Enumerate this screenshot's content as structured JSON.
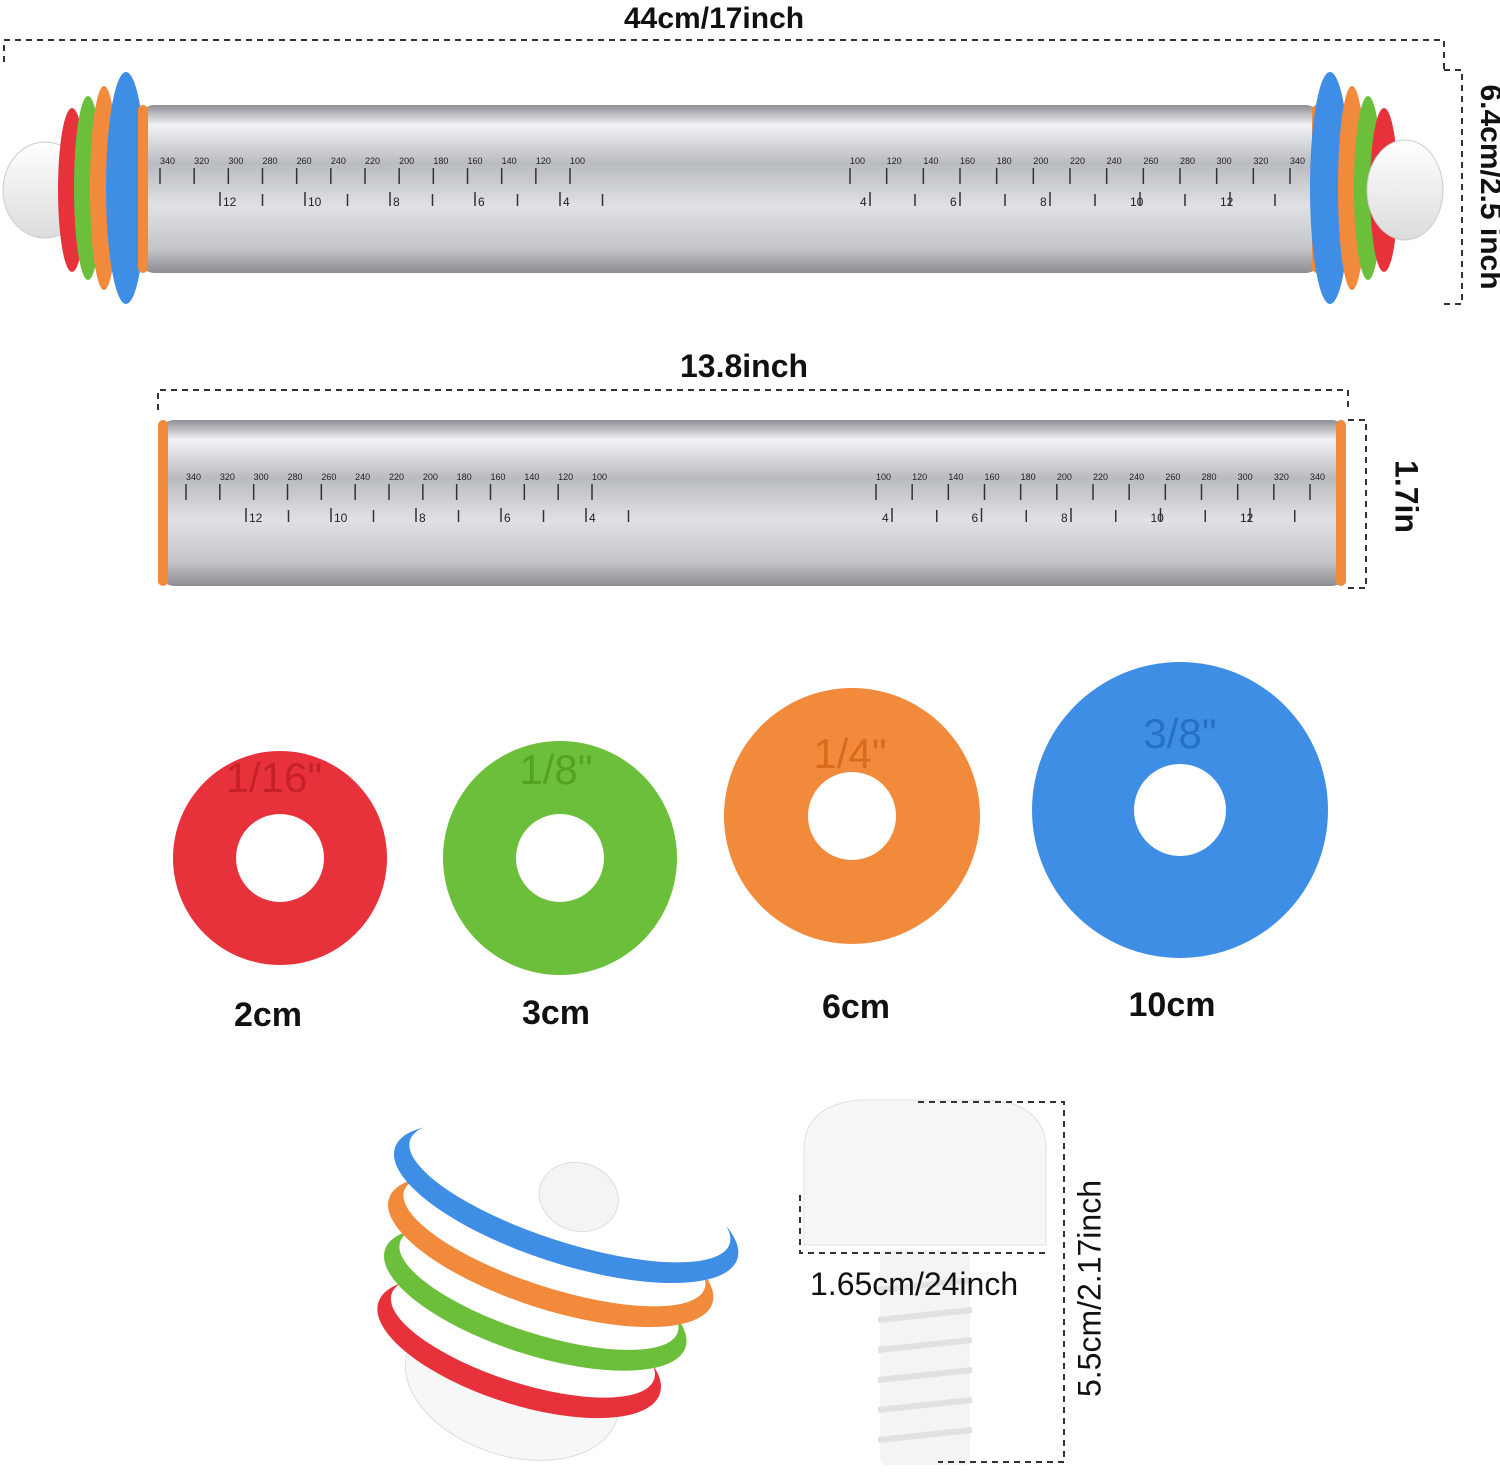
{
  "dimensions": {
    "full_length": "44cm/17inch",
    "full_height": "6.4cm/2.5 inch",
    "pin_length": "13.8inch",
    "pin_diameter": "1.7in",
    "cap_width": "1.65cm/24inch",
    "cap_height": "5.5cm/2.17inch"
  },
  "rings": [
    {
      "thickness": "1/16\"",
      "diameter": "2cm",
      "color": "#e8323b"
    },
    {
      "thickness": "1/8\"",
      "diameter": "3cm",
      "color": "#6bbf3a"
    },
    {
      "thickness": "1/4\"",
      "diameter": "6cm",
      "color": "#f28a3c"
    },
    {
      "thickness": "3/8\"",
      "diameter": "10cm",
      "color": "#3f8ee6"
    }
  ],
  "ruler": {
    "mm_left": [
      "340",
      "320",
      "300",
      "280",
      "260",
      "240",
      "220",
      "200",
      "180",
      "160",
      "140",
      "120",
      "100"
    ],
    "in_left": [
      "12",
      "10",
      "8",
      "6",
      "4"
    ],
    "mm_right": [
      "100",
      "120",
      "140",
      "160",
      "180",
      "200",
      "220",
      "240",
      "260",
      "280",
      "300",
      "320",
      "340"
    ],
    "in_right": [
      "4",
      "6",
      "8",
      "10",
      "12"
    ]
  },
  "colors": {
    "steel": "#c9cbcf",
    "white_cap": "#f4f4f4",
    "dash": "#333333"
  }
}
